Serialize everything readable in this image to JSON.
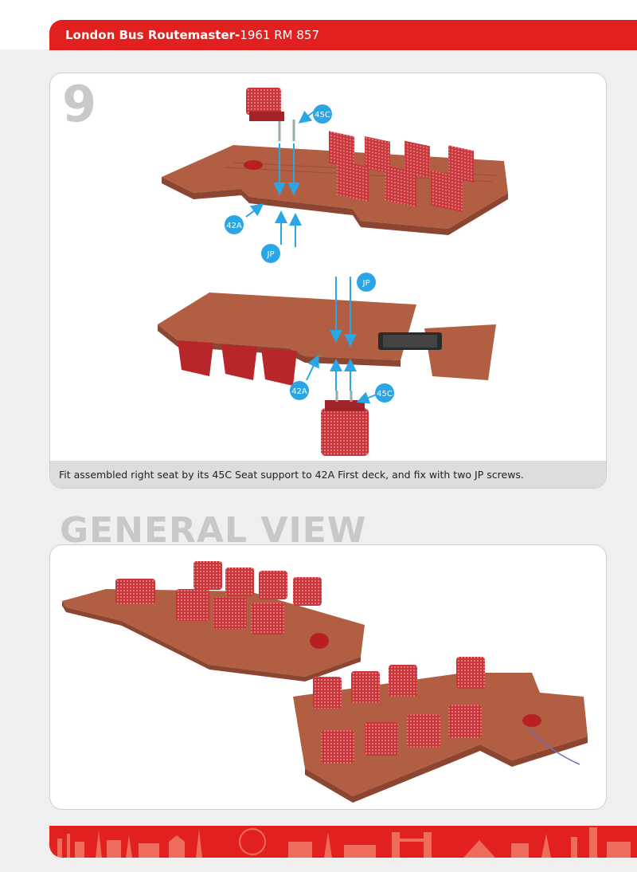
{
  "header": {
    "title_bold": "London Bus Routemaster-",
    "title_light": "1961 RM 857"
  },
  "step": {
    "number": "9",
    "caption": "Fit assembled right seat by its 45C Seat support to 42A First deck, and fix with two JP screws."
  },
  "callouts": {
    "seat_support": "45C",
    "first_deck": "42A",
    "screw": "JP"
  },
  "general_view": {
    "title": "GENERAL VIEW"
  },
  "colors": {
    "brand_red": "#e2201f",
    "callout_blue": "#2aa6e6",
    "deck_brown": "#b25e42",
    "seat_red": "#c8353a"
  }
}
